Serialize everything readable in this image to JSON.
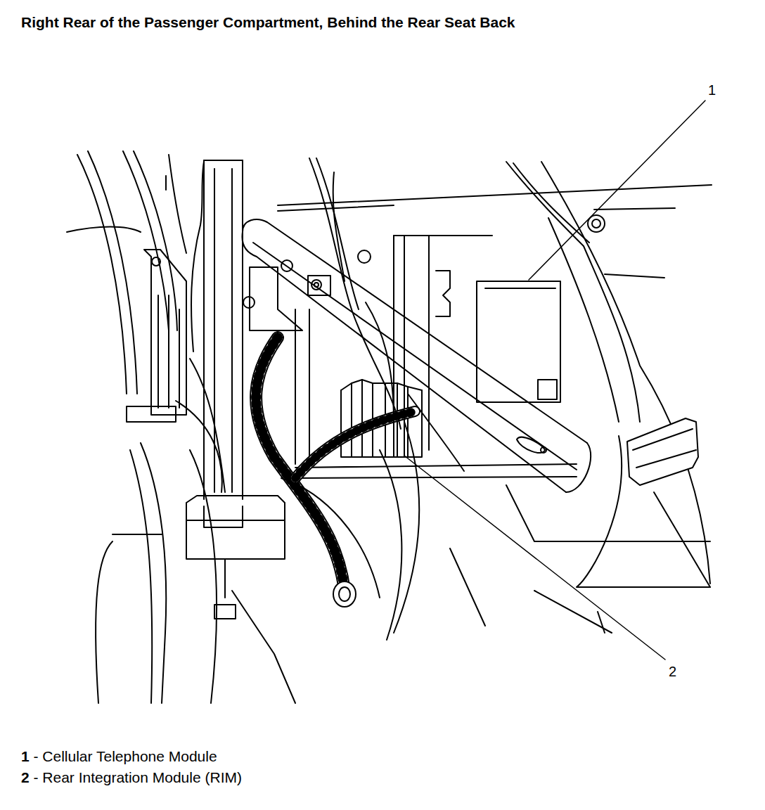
{
  "diagram": {
    "title": "Right Rear of the Passenger Compartment, Behind the Rear Seat Back",
    "labels": [
      "1",
      "2",
      "1 - Cellular Telephone Module",
      "2 - Rear Integration Module (RIM)"
    ]
  }
}
